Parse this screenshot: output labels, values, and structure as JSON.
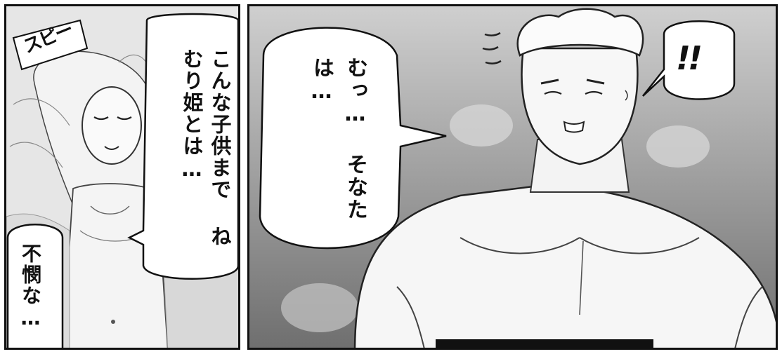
{
  "panels": {
    "left": {
      "sfx_snore": "スピー",
      "speech_1": "こんな子供まで ねむり姫とは…",
      "speech_2": "不憫な…"
    },
    "right": {
      "speech_1": "むっ… そなたは…",
      "sfx_exclaim": "!!"
    }
  }
}
